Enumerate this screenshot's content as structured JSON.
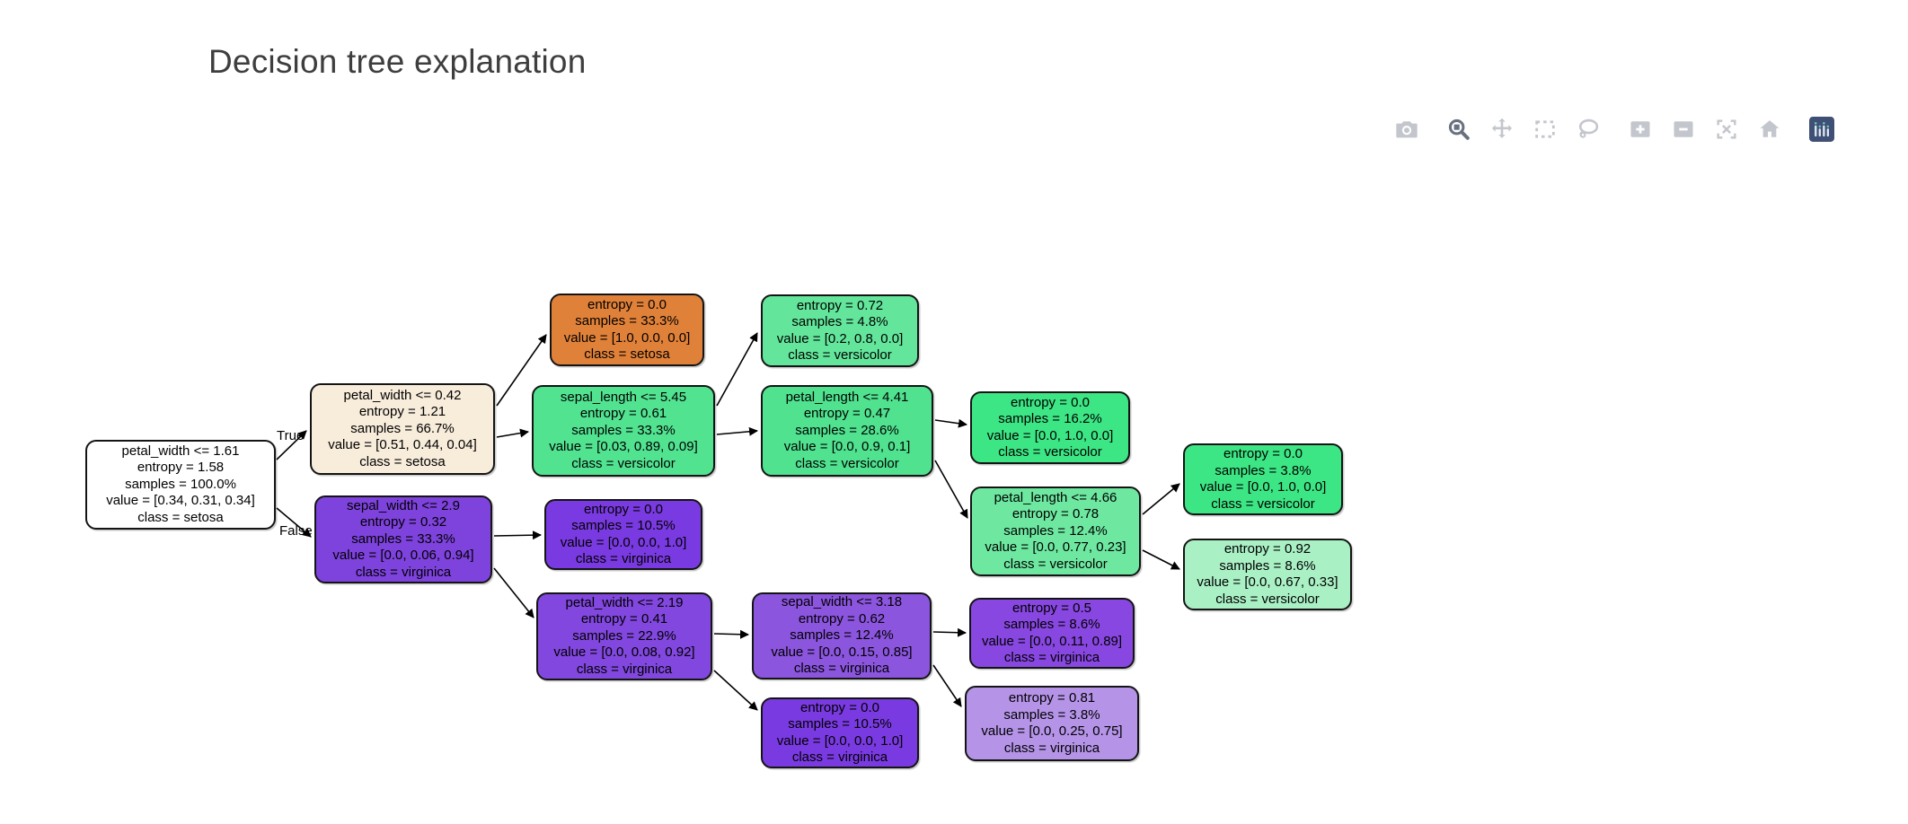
{
  "page": {
    "title": "Decision tree explanation"
  },
  "toolbar": {
    "active_tool": "zoom",
    "icon_color": "#c3c6cc",
    "active_icon_color": "#687180",
    "logo_bg": "#3f4f75",
    "tool_icons": [
      "camera-icon",
      "zoom-icon",
      "pan-icon",
      "box-select-icon",
      "lasso-select-icon",
      "zoom-in-icon",
      "zoom-out-icon",
      "autoscale-icon",
      "reset-axes-icon",
      "plotly-logo-icon"
    ]
  },
  "chart_data": {
    "type": "tree",
    "title": "Decision tree explanation",
    "classes": [
      "setosa",
      "versicolor",
      "virginica"
    ],
    "nodes": [
      {
        "id": 0,
        "lines": [
          "petal_width <= 1.61",
          "entropy = 1.58",
          "samples = 100.0%",
          "value = [0.34, 0.31, 0.34]",
          "class = setosa"
        ],
        "fill": "#ffffff"
      },
      {
        "id": 1,
        "lines": [
          "petal_width <= 0.42",
          "entropy = 1.21",
          "samples = 66.7%",
          "value = [0.51, 0.44, 0.04]",
          "class = setosa"
        ],
        "fill": "#f8ecdb"
      },
      {
        "id": 2,
        "lines": [
          "entropy = 0.0",
          "samples = 33.3%",
          "value = [1.0, 0.0, 0.0]",
          "class = setosa"
        ],
        "fill": "#e08139"
      },
      {
        "id": 3,
        "lines": [
          "sepal_length <= 5.45",
          "entropy = 0.61",
          "samples = 33.3%",
          "value = [0.03, 0.89, 0.09]",
          "class = versicolor"
        ],
        "fill": "#52e391"
      },
      {
        "id": 4,
        "lines": [
          "entropy = 0.72",
          "samples = 4.8%",
          "value = [0.2, 0.8, 0.0]",
          "class = versicolor"
        ],
        "fill": "#63e69b"
      },
      {
        "id": 5,
        "lines": [
          "petal_length <= 4.41",
          "entropy = 0.47",
          "samples = 28.6%",
          "value = [0.0, 0.9, 0.1]",
          "class = versicolor"
        ],
        "fill": "#50e28f"
      },
      {
        "id": 6,
        "lines": [
          "entropy = 0.0",
          "samples = 16.2%",
          "value = [0.0, 1.0, 0.0]",
          "class = versicolor"
        ],
        "fill": "#3de684"
      },
      {
        "id": 7,
        "lines": [
          "petal_length <= 4.66",
          "entropy = 0.78",
          "samples = 12.4%",
          "value = [0.0, 0.77, 0.23]",
          "class = versicolor"
        ],
        "fill": "#6ee8a1"
      },
      {
        "id": 8,
        "lines": [
          "entropy = 0.0",
          "samples = 3.8%",
          "value = [0.0, 1.0, 0.0]",
          "class = versicolor"
        ],
        "fill": "#3de684"
      },
      {
        "id": 9,
        "lines": [
          "entropy = 0.92",
          "samples = 8.6%",
          "value = [0.0, 0.67, 0.33]",
          "class = versicolor"
        ],
        "fill": "#aaf0c5"
      },
      {
        "id": 10,
        "lines": [
          "sepal_width <= 2.9",
          "entropy = 0.32",
          "samples = 33.3%",
          "value = [0.0, 0.06, 0.94]",
          "class = virginica"
        ],
        "fill": "#7e42dd"
      },
      {
        "id": 11,
        "lines": [
          "entropy = 0.0",
          "samples = 10.5%",
          "value = [0.0, 0.0, 1.0]",
          "class = virginica"
        ],
        "fill": "#7a3ae1"
      },
      {
        "id": 12,
        "lines": [
          "petal_width <= 2.19",
          "entropy = 0.41",
          "samples = 22.9%",
          "value = [0.0, 0.08, 0.92]",
          "class = virginica"
        ],
        "fill": "#8147de"
      },
      {
        "id": 13,
        "lines": [
          "sepal_width <= 3.18",
          "entropy = 0.62",
          "samples = 12.4%",
          "value = [0.0, 0.15, 0.85]",
          "class = virginica"
        ],
        "fill": "#8b55de"
      },
      {
        "id": 14,
        "lines": [
          "entropy = 0.5",
          "samples = 8.6%",
          "value = [0.0, 0.11, 0.89]",
          "class = virginica"
        ],
        "fill": "#8747e0"
      },
      {
        "id": 15,
        "lines": [
          "entropy = 0.0",
          "samples = 10.5%",
          "value = [0.0, 0.0, 1.0]",
          "class = virginica"
        ],
        "fill": "#7a3ae1"
      },
      {
        "id": 16,
        "lines": [
          "entropy = 0.81",
          "samples = 3.8%",
          "value = [0.0, 0.25, 0.75]",
          "class = virginica"
        ],
        "fill": "#b594e8"
      }
    ],
    "edges": [
      {
        "from": 0,
        "to": 1,
        "label": "True"
      },
      {
        "from": 0,
        "to": 10,
        "label": "False"
      },
      {
        "from": 1,
        "to": 2
      },
      {
        "from": 1,
        "to": 3
      },
      {
        "from": 3,
        "to": 4
      },
      {
        "from": 3,
        "to": 5
      },
      {
        "from": 5,
        "to": 6
      },
      {
        "from": 5,
        "to": 7
      },
      {
        "from": 7,
        "to": 8
      },
      {
        "from": 7,
        "to": 9
      },
      {
        "from": 10,
        "to": 11
      },
      {
        "from": 10,
        "to": 12
      },
      {
        "from": 12,
        "to": 13
      },
      {
        "from": 12,
        "to": 15
      },
      {
        "from": 13,
        "to": 14
      },
      {
        "from": 13,
        "to": 16
      }
    ]
  }
}
